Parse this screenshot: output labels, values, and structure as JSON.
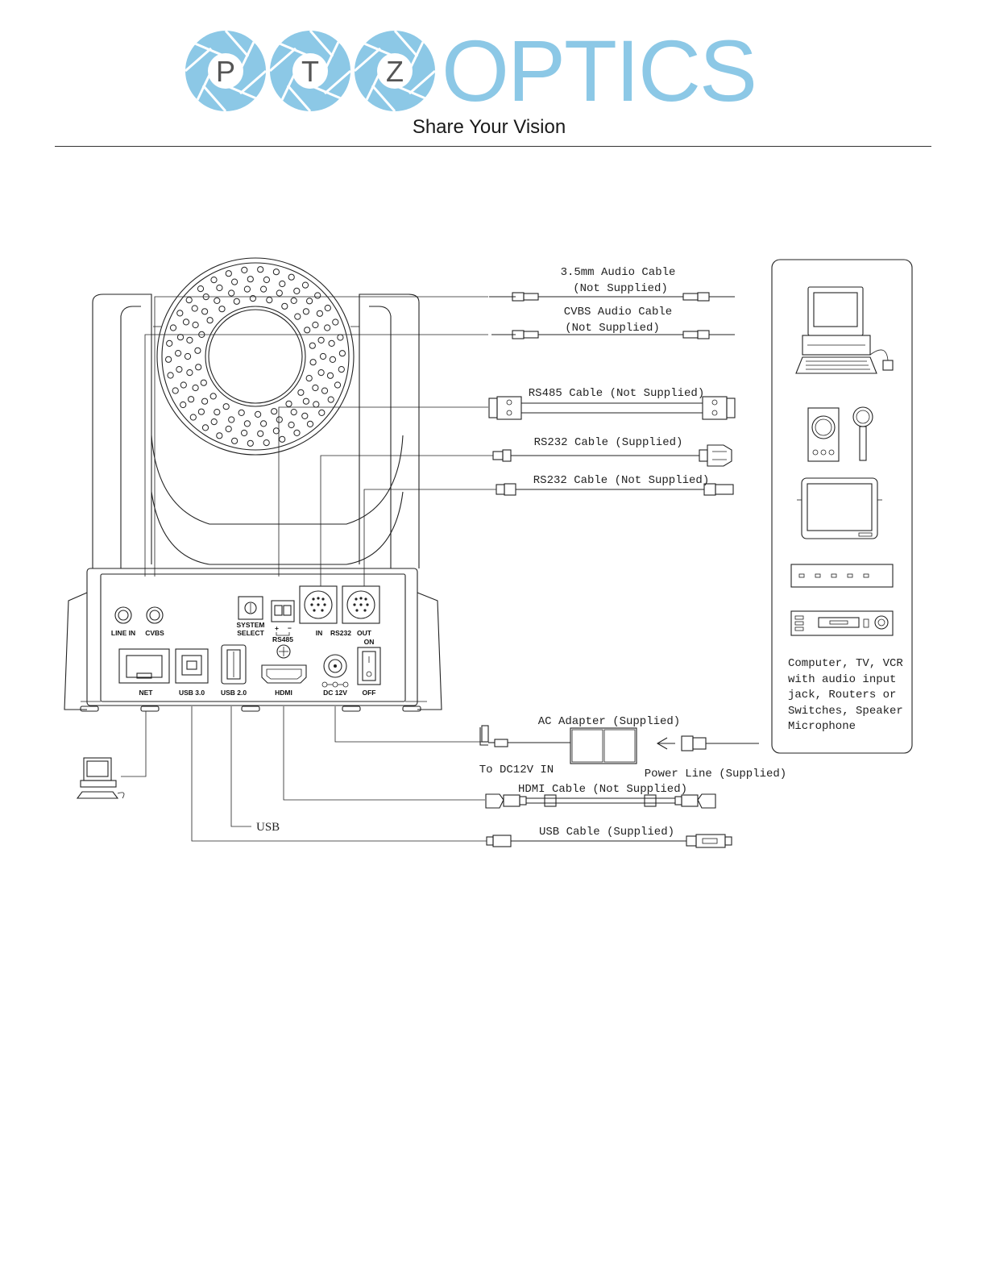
{
  "logo": {
    "letters": [
      "P",
      "T",
      "Z"
    ],
    "brand_text": "OPTICS",
    "tagline": "Share Your Vision",
    "brand_color": "#8cc8e6"
  },
  "ports": {
    "line_in": "LINE IN",
    "cvbs": "CVBS",
    "system_select_1": "SYSTEM",
    "system_select_2": "SELECT",
    "rs485_plus": "+",
    "rs485_minus": "−",
    "rs485": "RS485",
    "rs232_in": "IN",
    "rs232": "RS232",
    "rs232_out": "OUT",
    "on": "ON",
    "net": "NET",
    "usb30": "USB 3.0",
    "usb20": "USB 2.0",
    "hdmi": "HDMI",
    "dc12v": "DC 12V",
    "off": "OFF"
  },
  "cables": {
    "audio_35": "3.5mm Audio Cable",
    "audio_35_note": "(Not Supplied)",
    "cvbs_audio": "CVBS Audio Cable",
    "cvbs_audio_note": "(Not Supplied)",
    "rs485": "RS485 Cable (Not Supplied)",
    "rs232_supplied": "RS232 Cable (Supplied)",
    "rs232_not_supplied": "RS232 Cable (Not Supplied)",
    "ac_adapter": "AC Adapter (Supplied)",
    "to_dc12v": "To DC12V IN",
    "power_line": "Power Line (Supplied)",
    "hdmi": "HDMI Cable (Not Supplied)",
    "usb": "USB",
    "usb_cable": "USB Cable (Supplied)"
  },
  "devices_panel": {
    "lines": [
      "Computer, TV, VCR",
      "with audio input",
      "jack, Routers or",
      "Switches, Speaker",
      "Microphone"
    ]
  }
}
